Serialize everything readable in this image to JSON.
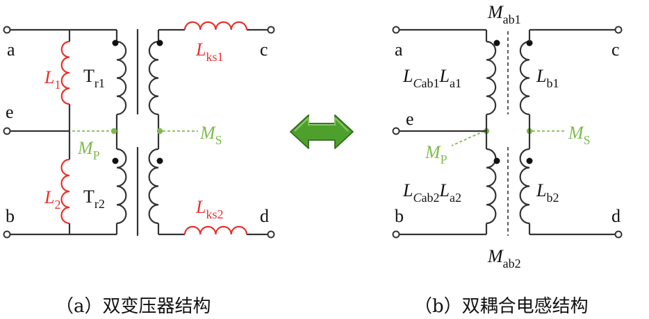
{
  "colors": {
    "wire": "#333333",
    "red": "#e8302c",
    "green": "#7dbb4e",
    "arrow_fill": "#4ea02c",
    "arrow_stroke": "#2f6b1a",
    "text": "#111111"
  },
  "left_diagram": {
    "terminals": {
      "a": "a",
      "b": "b",
      "c": "c",
      "d": "d",
      "e": "e"
    },
    "L1": {
      "main": "L",
      "sub": "1"
    },
    "L2": {
      "main": "L",
      "sub": "2"
    },
    "Tr1": {
      "main": "T",
      "sub": "r1"
    },
    "Tr2": {
      "main": "T",
      "sub": "r2"
    },
    "Lks1": {
      "main": "L",
      "sub": "ks1"
    },
    "Lks2": {
      "main": "L",
      "sub": "ks2"
    },
    "MP": {
      "main": "M",
      "sub": "P"
    },
    "MS": {
      "main": "M",
      "sub": "S"
    },
    "caption": "（a）双变压器结构"
  },
  "right_diagram": {
    "terminals": {
      "a": "a",
      "b": "b",
      "c": "c",
      "d": "d",
      "e": "e"
    },
    "Mab1": {
      "main": "M",
      "sub": "ab1"
    },
    "Mab2": {
      "main": "M",
      "sub": "ab2"
    },
    "LCab1": {
      "m1": "L",
      "s1a": "C",
      "s1b": "ab1",
      "m2": "L",
      "s2": "a1"
    },
    "LCab2": {
      "m1": "L",
      "s1a": "C",
      "s1b": "ab2",
      "m2": "L",
      "s2": "a2"
    },
    "Lb1": {
      "main": "L",
      "sub": "b1"
    },
    "Lb2": {
      "main": "L",
      "sub": "b2"
    },
    "MP": {
      "main": "M",
      "sub": "P"
    },
    "MS": {
      "main": "M",
      "sub": "S"
    },
    "caption": "（b）双耦合电感结构"
  },
  "arrow": {
    "icon": "double-headed-arrow-icon"
  }
}
